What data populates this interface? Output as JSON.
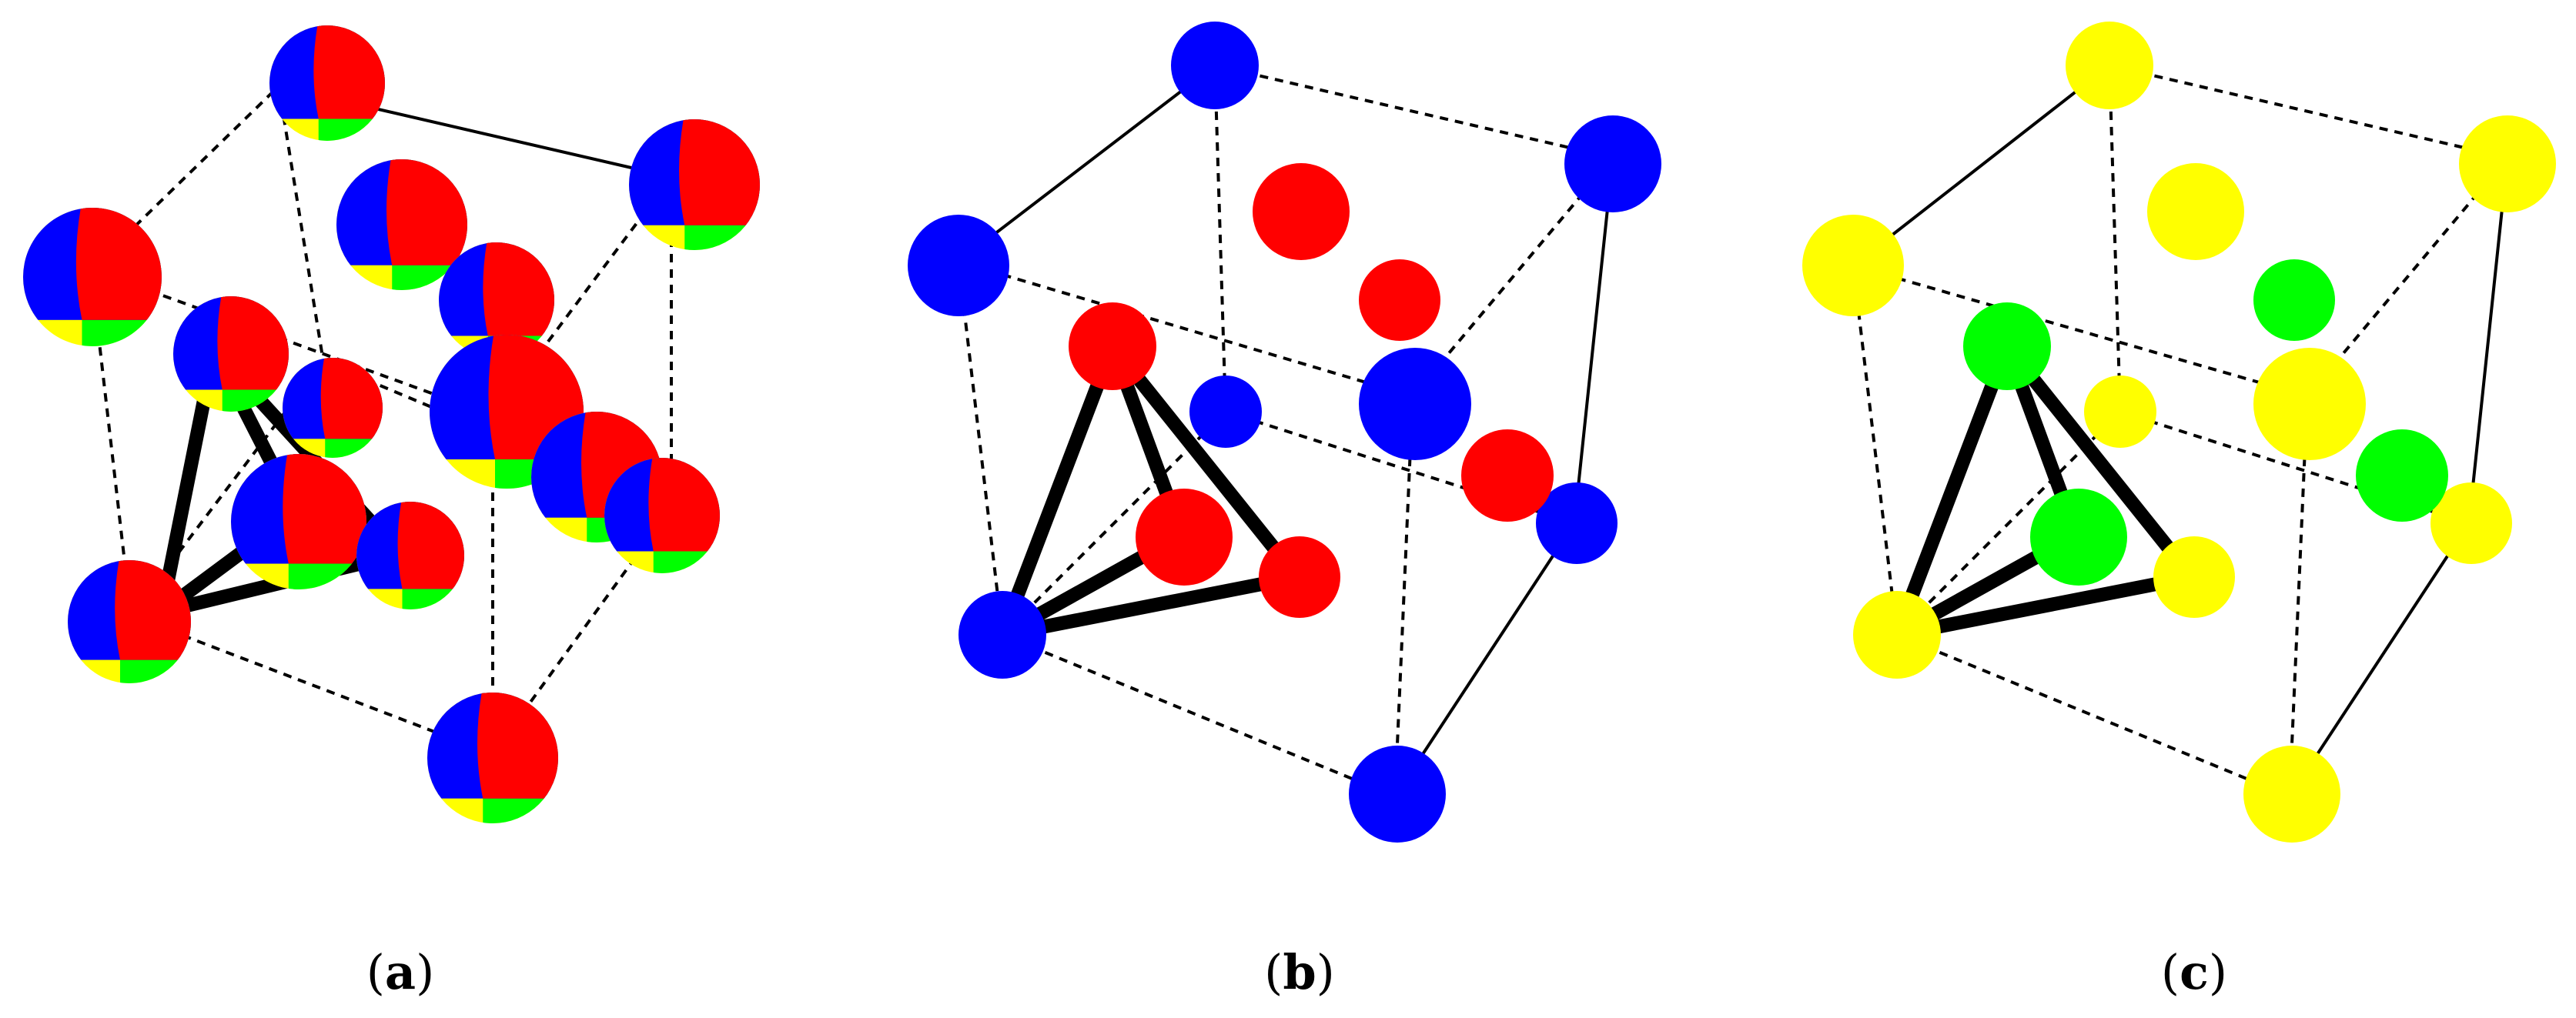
{
  "panels": [
    {
      "id": "a",
      "label": "a",
      "atom_style": "multicolor"
    },
    {
      "id": "b",
      "label": "b",
      "atom_style": "two-color"
    },
    {
      "id": "c",
      "label": "c",
      "atom_style": "two-color"
    }
  ],
  "colors": {
    "blue": "#0000ff",
    "red": "#ff0000",
    "green": "#00ff00",
    "yellow": "#ffff00",
    "bond": "#000000",
    "edge": "#000000"
  },
  "panel_colors": {
    "b": {
      "corner_atoms": "#0000ff",
      "face_atoms": "#ff0000"
    },
    "c": {
      "corner_atoms": "#ffff00",
      "face_atoms": "#00ff00"
    }
  }
}
